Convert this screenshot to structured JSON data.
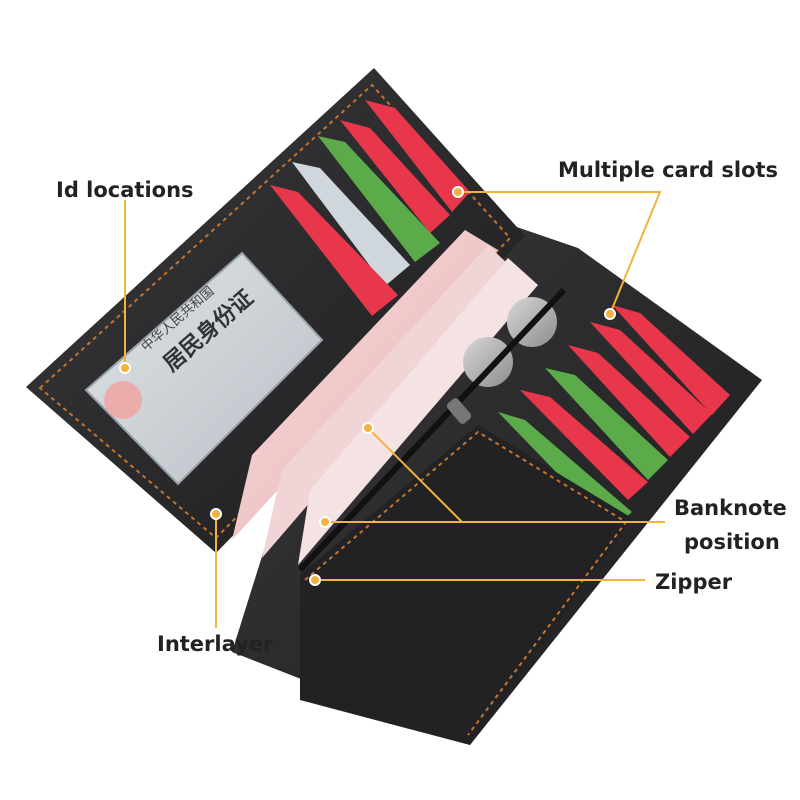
{
  "labels": {
    "id_locations": "Id locations",
    "card_slots": "Multiple card slots",
    "banknote_line1": "Banknote",
    "banknote_line2": "position",
    "zipper": "Zipper",
    "interlayer": "Interlayer"
  },
  "id_card": {
    "line1": "中华人民共和国",
    "line2": "居民身份证"
  },
  "colors": {
    "leader_line": "#f2b23e",
    "leather": "#2a2a2c",
    "stitch": "#c5742e",
    "card_red": "#e8374b",
    "card_green": "#5bab4a",
    "banknote": "#f2c6c8"
  }
}
